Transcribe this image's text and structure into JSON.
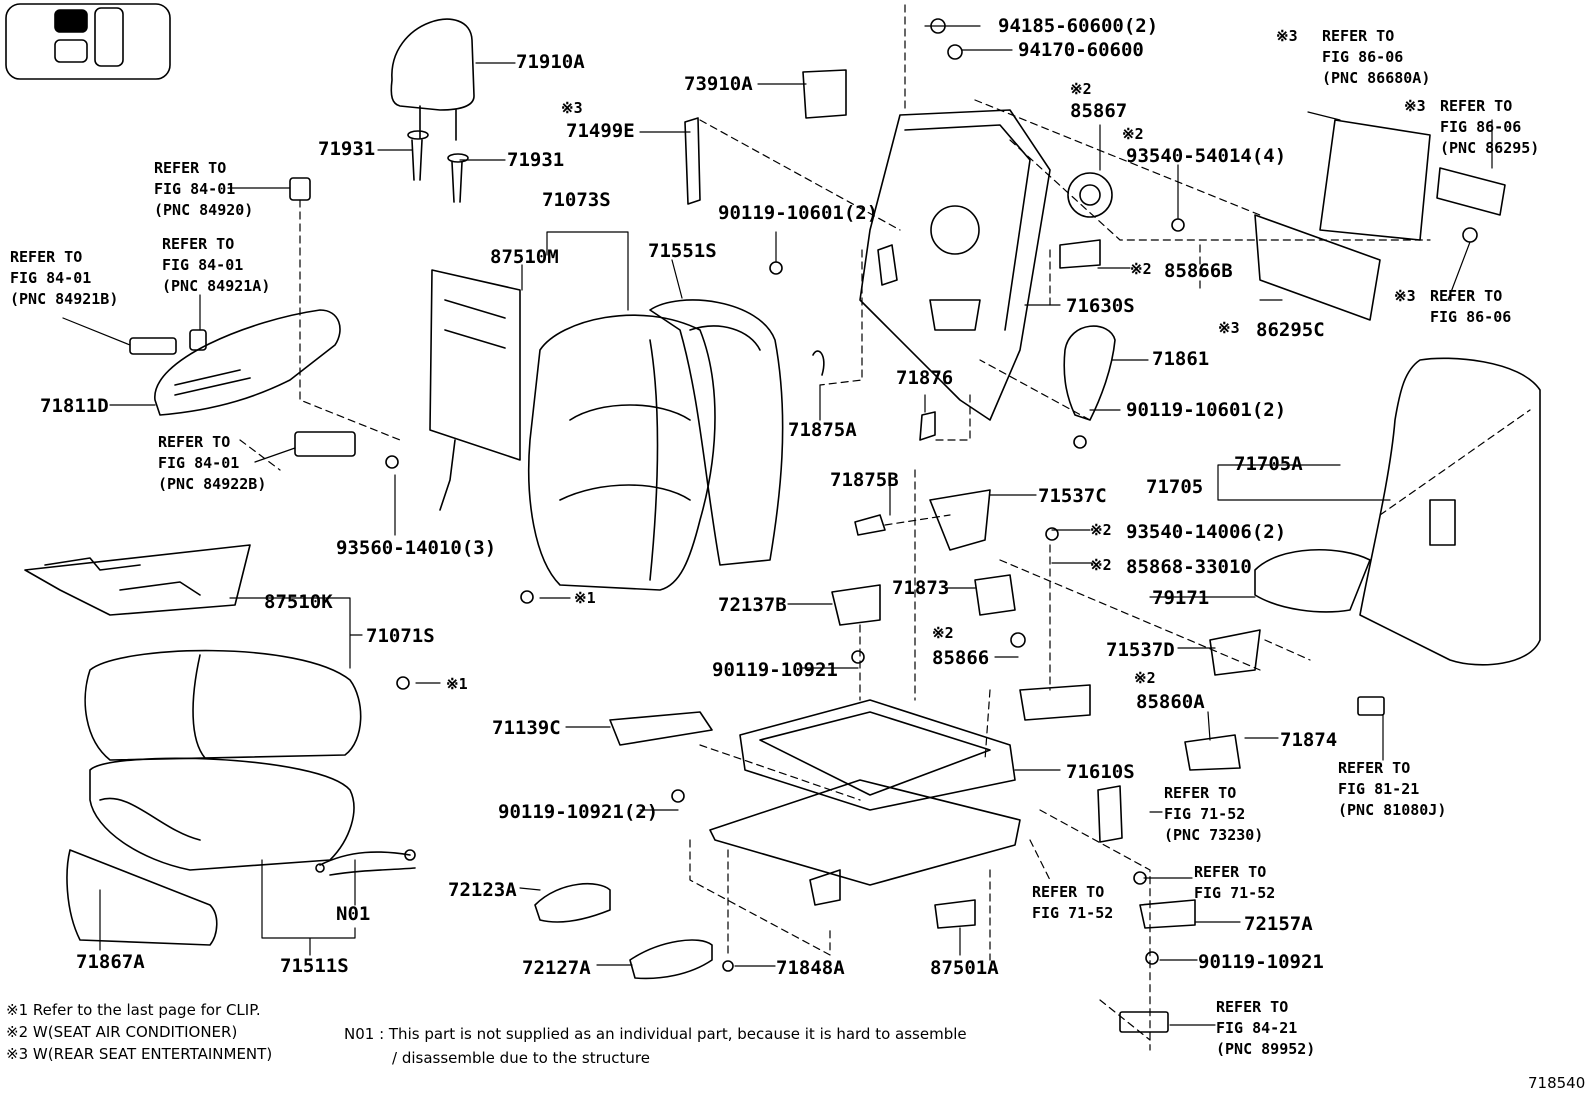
{
  "labels": [
    {
      "id": "71910A",
      "text": "71910A"
    },
    {
      "id": "71931a",
      "text": "71931"
    },
    {
      "id": "71931b",
      "text": "71931"
    },
    {
      "id": "73910A",
      "text": "73910A"
    },
    {
      "id": "71499E",
      "text": "71499E"
    },
    {
      "id": "71073S",
      "text": "71073S"
    },
    {
      "id": "87510M",
      "text": "87510M"
    },
    {
      "id": "71551S",
      "text": "71551S"
    },
    {
      "id": "90119_10601_2_a",
      "text": "90119-10601(2)"
    },
    {
      "id": "94185",
      "text": "94185-60600(2)"
    },
    {
      "id": "94170",
      "text": "94170-60600"
    },
    {
      "id": "85867",
      "text": "85867"
    },
    {
      "id": "93540_54014",
      "text": "93540-54014(4)"
    },
    {
      "id": "85866B",
      "text": "85866B"
    },
    {
      "id": "71630S",
      "text": "71630S"
    },
    {
      "id": "71861",
      "text": "71861"
    },
    {
      "id": "71876",
      "text": "71876"
    },
    {
      "id": "71875A",
      "text": "71875A"
    },
    {
      "id": "90119_10601_2_b",
      "text": "90119-10601(2)"
    },
    {
      "id": "86295C",
      "text": "86295C"
    },
    {
      "id": "71705A",
      "text": "71705A"
    },
    {
      "id": "71705",
      "text": "71705"
    },
    {
      "id": "71811D",
      "text": "71811D"
    },
    {
      "id": "93560",
      "text": "93560-14010(3)"
    },
    {
      "id": "71875B",
      "text": "71875B"
    },
    {
      "id": "71537C",
      "text": "71537C"
    },
    {
      "id": "93540_14006",
      "text": "93540-14006(2)"
    },
    {
      "id": "85868",
      "text": "85868-33010"
    },
    {
      "id": "71873",
      "text": "71873"
    },
    {
      "id": "79171",
      "text": "79171"
    },
    {
      "id": "72137B",
      "text": "72137B"
    },
    {
      "id": "85866",
      "text": "85866"
    },
    {
      "id": "71537D",
      "text": "71537D"
    },
    {
      "id": "87510K",
      "text": "87510K"
    },
    {
      "id": "71071S",
      "text": "71071S"
    },
    {
      "id": "90119_10921_a",
      "text": "90119-10921"
    },
    {
      "id": "85860A",
      "text": "85860A"
    },
    {
      "id": "71139C",
      "text": "71139C"
    },
    {
      "id": "71874",
      "text": "71874"
    },
    {
      "id": "71610S",
      "text": "71610S"
    },
    {
      "id": "90119_10921_2",
      "text": "90119-10921(2)"
    },
    {
      "id": "72123A",
      "text": "72123A"
    },
    {
      "id": "72127A",
      "text": "72127A"
    },
    {
      "id": "71848A",
      "text": "71848A"
    },
    {
      "id": "87501A",
      "text": "87501A"
    },
    {
      "id": "72157A",
      "text": "72157A"
    },
    {
      "id": "90119_10921_b",
      "text": "90119-10921"
    },
    {
      "id": "N01",
      "text": "N01"
    },
    {
      "id": "71867A",
      "text": "71867A"
    },
    {
      "id": "71511S",
      "text": "71511S"
    }
  ],
  "marks": {
    "m3_71499E": "※3",
    "m2_85867": "※2",
    "m2_93540_54014": "※2",
    "m2_85866B": "※2",
    "m3_refer_86680A": "※3",
    "m3_refer_86295": "※3",
    "m3_86295C": "※3",
    "m3_refer_8606": "※3",
    "m2_93540_14006": "※2",
    "m2_85868": "※2",
    "m2_85866": "※2",
    "m2_85860A": "※2",
    "m1_a": "※1",
    "m1_b": "※1"
  },
  "refers": [
    {
      "id": "r_84920",
      "lines": [
        "REFER TO",
        "FIG 84-01",
        "(PNC 84920)"
      ]
    },
    {
      "id": "r_84921B",
      "lines": [
        "REFER TO",
        "FIG 84-01",
        "(PNC 84921B)"
      ]
    },
    {
      "id": "r_84921A",
      "lines": [
        "REFER TO",
        "FIG 84-01",
        "(PNC 84921A)"
      ]
    },
    {
      "id": "r_84922B",
      "lines": [
        "REFER TO",
        "FIG 84-01",
        "(PNC 84922B)"
      ]
    },
    {
      "id": "r_86680A",
      "lines": [
        "REFER TO",
        "FIG 86-06",
        "(PNC 86680A)"
      ]
    },
    {
      "id": "r_86295",
      "lines": [
        "REFER TO",
        "FIG 86-06",
        "(PNC 86295)"
      ]
    },
    {
      "id": "r_8606",
      "lines": [
        "REFER TO",
        "FIG 86-06"
      ]
    },
    {
      "id": "r_73230",
      "lines": [
        "REFER TO",
        "FIG 71-52",
        "(PNC 73230)"
      ]
    },
    {
      "id": "r_81080J",
      "lines": [
        "REFER TO",
        "FIG 81-21",
        "(PNC 81080J)"
      ]
    },
    {
      "id": "r_7152a",
      "lines": [
        "REFER TO",
        "FIG 71-52"
      ]
    },
    {
      "id": "r_7152b",
      "lines": [
        "REFER TO",
        "FIG 71-52"
      ]
    },
    {
      "id": "r_89952",
      "lines": [
        "REFER TO",
        "FIG 84-21",
        "(PNC 89952)"
      ]
    }
  ],
  "notes": {
    "n1": "※1 Refer to the last page for CLIP.",
    "n2": "※2 W(SEAT AIR CONDITIONER)",
    "n3": "※3 W(REAR SEAT ENTERTAINMENT)",
    "n01a": "N01 : This part is not supplied as an individual part, because it is hard to assemble",
    "n01b": "/ disassemble due to the structure"
  },
  "figure_number": "718540"
}
